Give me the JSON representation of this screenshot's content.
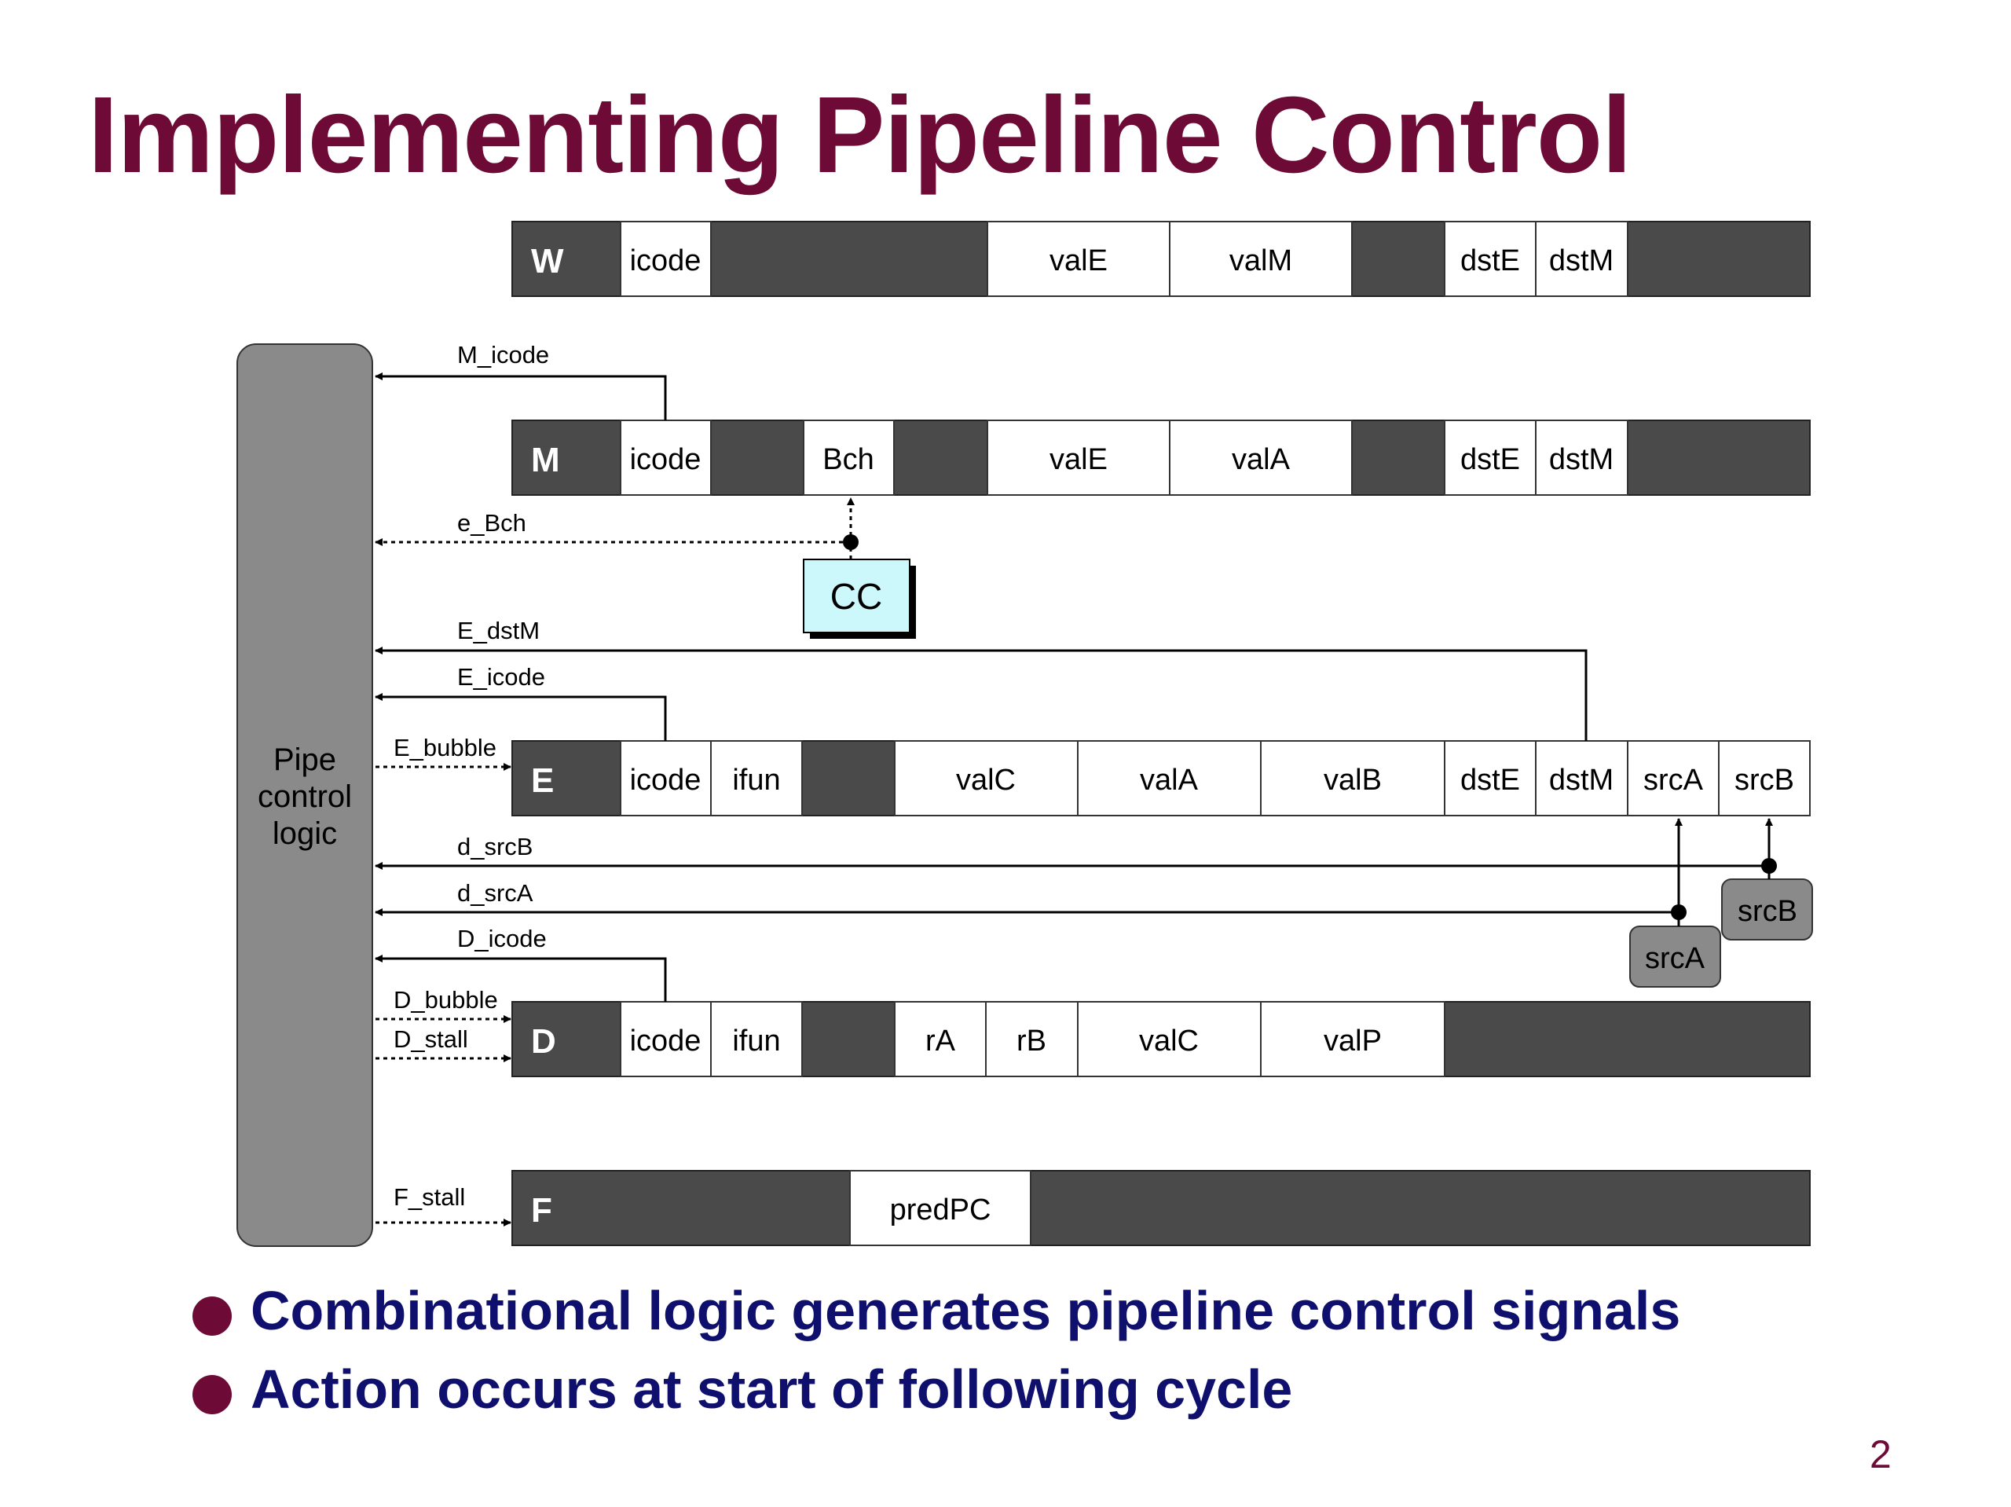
{
  "title": "Implementing Pipeline Control",
  "control_block": {
    "lines": [
      "Pipe",
      "control",
      "logic"
    ]
  },
  "condition_codes": "CC",
  "register_files": {
    "srcA": "srcA",
    "srcB": "srcB"
  },
  "stages": [
    {
      "id": "W",
      "label": "W",
      "fields": [
        "icode",
        "valE",
        "valM",
        "dstE",
        "dstM"
      ]
    },
    {
      "id": "M",
      "label": "M",
      "fields": [
        "icode",
        "Bch",
        "valE",
        "valA",
        "dstE",
        "dstM"
      ]
    },
    {
      "id": "E",
      "label": "E",
      "fields": [
        "icode",
        "ifun",
        "valC",
        "valA",
        "valB",
        "dstE",
        "dstM",
        "srcA",
        "srcB"
      ]
    },
    {
      "id": "D",
      "label": "D",
      "fields": [
        "icode",
        "ifun",
        "rA",
        "rB",
        "valC",
        "valP"
      ]
    },
    {
      "id": "F",
      "label": "F",
      "fields": [
        "predPC"
      ]
    }
  ],
  "signals": {
    "M_icode": "M_icode",
    "e_Bch": "e_Bch",
    "E_dstM": "E_dstM",
    "E_icode": "E_icode",
    "E_bubble": "E_bubble",
    "d_srcB": "d_srcB",
    "d_srcA": "d_srcA",
    "D_icode": "D_icode",
    "D_bubble": "D_bubble",
    "D_stall": "D_stall",
    "F_stall": "F_stall"
  },
  "bullets": [
    "Combinational logic generates pipeline control signals",
    "Action occurs at start of following cycle"
  ],
  "page_number": "2",
  "colors": {
    "title": "#6d0a35",
    "bullet_text": "#0f0f6e",
    "register_dark": "#4a4a4a",
    "control_logic": "#8a8a8a",
    "cc_fill": "#ccf7fb"
  }
}
